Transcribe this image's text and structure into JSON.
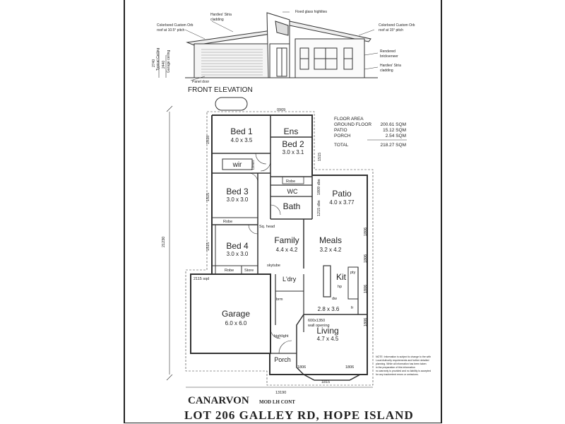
{
  "elevation": {
    "caption": "FRONT ELEVATION",
    "notes": {
      "fixed_glass": "Fixed glass highlites",
      "hardies_stria_top_1": "Hardies' Stria",
      "hardies_stria_top_2": "cladding",
      "colorbond_left_1": "Colorbond Custom Orb",
      "colorbond_left_2": "roof at 10.5° pitch",
      "colorbond_right_1": "Colorbond Custom Orb",
      "colorbond_right_2": "roof at 15° pitch",
      "rendered_1": "Rendered",
      "rendered_2": "brickveneer",
      "hardies_stria_side_1": "Hardies' Stria",
      "hardies_stria_side_2": "cladding",
      "panel_door": "Panel door"
    },
    "height_left_1": "2740",
    "height_left_2": "Typical Ceiling",
    "height_right_1": "2440",
    "height_right_2": "Garage ceiling"
  },
  "floor_area": {
    "heading": "FLOOR AREA",
    "rows": [
      {
        "label": "GROUND FLOOR",
        "value": "200.61 SQM"
      },
      {
        "label": "PATIO",
        "value": "15.12 SQM"
      },
      {
        "label": "PORCH",
        "value": "2.54 SQM"
      },
      {
        "label": "TOTAL",
        "value": "218.27 SQM"
      }
    ]
  },
  "rooms": {
    "bed1": {
      "name": "Bed 1",
      "size": "4.0 x 3.5"
    },
    "ens": {
      "name": "Ens"
    },
    "bed2": {
      "name": "Bed 2",
      "size": "3.0 x 3.1"
    },
    "wir": {
      "name": "wir"
    },
    "linen": {
      "name": "Linen"
    },
    "bed3": {
      "name": "Bed 3",
      "size": "3.0 x 3.0"
    },
    "robe_bed2": {
      "name": "Robe"
    },
    "wc": {
      "name": "WC"
    },
    "patio": {
      "name": "Patio",
      "size": "4.0 x 3.77"
    },
    "bath": {
      "name": "Bath"
    },
    "robe_bed3": {
      "name": "Robe"
    },
    "sq_head": {
      "name": "Sq. head"
    },
    "bed4": {
      "name": "Bed 4",
      "size": "3.0 x 3.0"
    },
    "family": {
      "name": "Family",
      "size": "4.4 x 4.2"
    },
    "meals": {
      "name": "Meals",
      "size": "3.2 x 4.2"
    },
    "robe_bed4": {
      "name": "Robe"
    },
    "store": {
      "name": "Store"
    },
    "skytube": {
      "name": "skytube"
    },
    "kit": {
      "name": "Kit"
    },
    "pty": {
      "name": "pty"
    },
    "hp": {
      "name": "hp"
    },
    "fr": {
      "name": "fr"
    },
    "dw": {
      "name": "dw"
    },
    "ldry": {
      "name": "L'dry"
    },
    "brm": {
      "name": "brm"
    },
    "kit_size": "2.8 x 3.6",
    "garage": {
      "name": "Garage",
      "size": "6.0 x 6.0"
    },
    "sqd": "2115 sqd",
    "wall_opening_1": "600x1350",
    "wall_opening_2": "wall opening",
    "living": {
      "name": "Living",
      "size": "4.7 x 4.5"
    },
    "highlight": "highlight",
    "porch": {
      "name": "Porch"
    }
  },
  "dimensions": {
    "overall_depth": "21230",
    "overall_width": "13190",
    "d_0909": "0909",
    "d_1918": "1918",
    "d_1515a": "1515",
    "d_1515b": "1515",
    "d_1515c": "1515",
    "d_1515d": "1515",
    "patio_dbs_1": "1809 dbs",
    "patio_dbs_2": "1215 dbs",
    "d_1806_right": "1806",
    "d_1806_right_b": "1806",
    "d_1806_right_c": "1806",
    "d_1806_kit": "1806",
    "d_1806_bl": "1806",
    "d_1806_br": "1806",
    "d_1815": "1815"
  },
  "disclaimer": [
    "NOTE: Information is subject to change to the with",
    "Local Authority requirements and further detailed",
    "planning. While all information has been taken",
    "in the preparation of this information",
    "no warranty is provided and no liability is accepted",
    "for any inadvertent errors or omissions."
  ],
  "title": {
    "name": "CANARVON",
    "variant": "MOD LH CONT",
    "address": "LOT 206 GALLEY RD, HOPE ISLAND"
  }
}
